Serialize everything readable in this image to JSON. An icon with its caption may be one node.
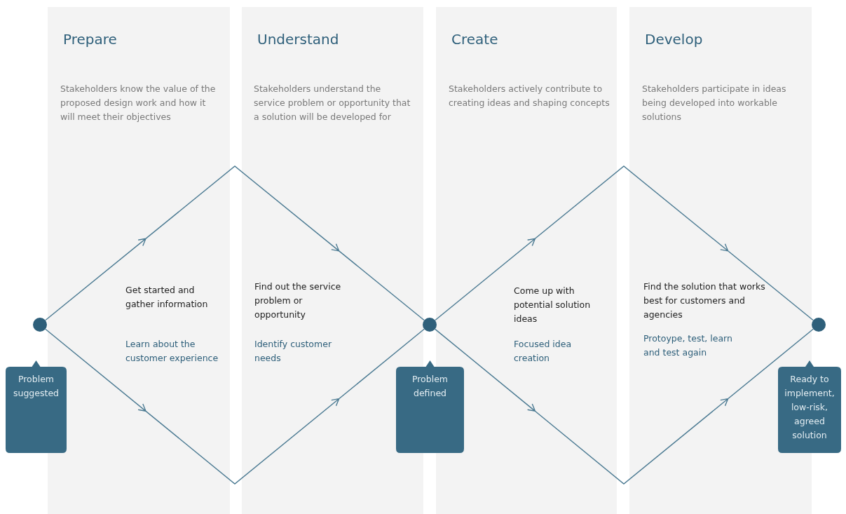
{
  "diagram": {
    "nodes": [
      {
        "text": [],
        "shape": "circle"
      },
      {
        "text": [],
        "shape": "circle"
      },
      {
        "text": [],
        "shape": "circle"
      },
      {
        "text": [
          "Problem suggested"
        ]
      },
      {
        "text": [
          "Problem defined"
        ]
      },
      {
        "text": [
          "Ready to implement, low-risk, agreed solution"
        ]
      }
    ],
    "edges": [
      {
        "from": 0,
        "to": 1,
        "arrow": "to"
      },
      {
        "from": 0,
        "to": 1,
        "arrow": "to"
      },
      {
        "from": 1,
        "to": 2,
        "arrow": "to"
      },
      {
        "from": 1,
        "to": 2,
        "arrow": "to"
      }
    ],
    "labels": [
      "Prepare",
      "Stakeholders know the value of the proposed design work and how it will meet their objectives",
      "Understand",
      "Stakeholders understand the service problem or opportunity that a solution will be developed for",
      "Create",
      "Stakeholders actively contribute to creating ideas and shaping concepts",
      "Develop",
      "Stakeholders participate in ideas being developed into workable solutions",
      "Get started and gather information",
      "Learn about the customer experience",
      "Find out the service problem or opportunity",
      "Identify customer needs",
      "Come up with potential solution ideas",
      "Focused idea creation",
      "Find the solution that works best for customers and agencies",
      "Protoype, test, learn and test again"
    ]
  }
}
